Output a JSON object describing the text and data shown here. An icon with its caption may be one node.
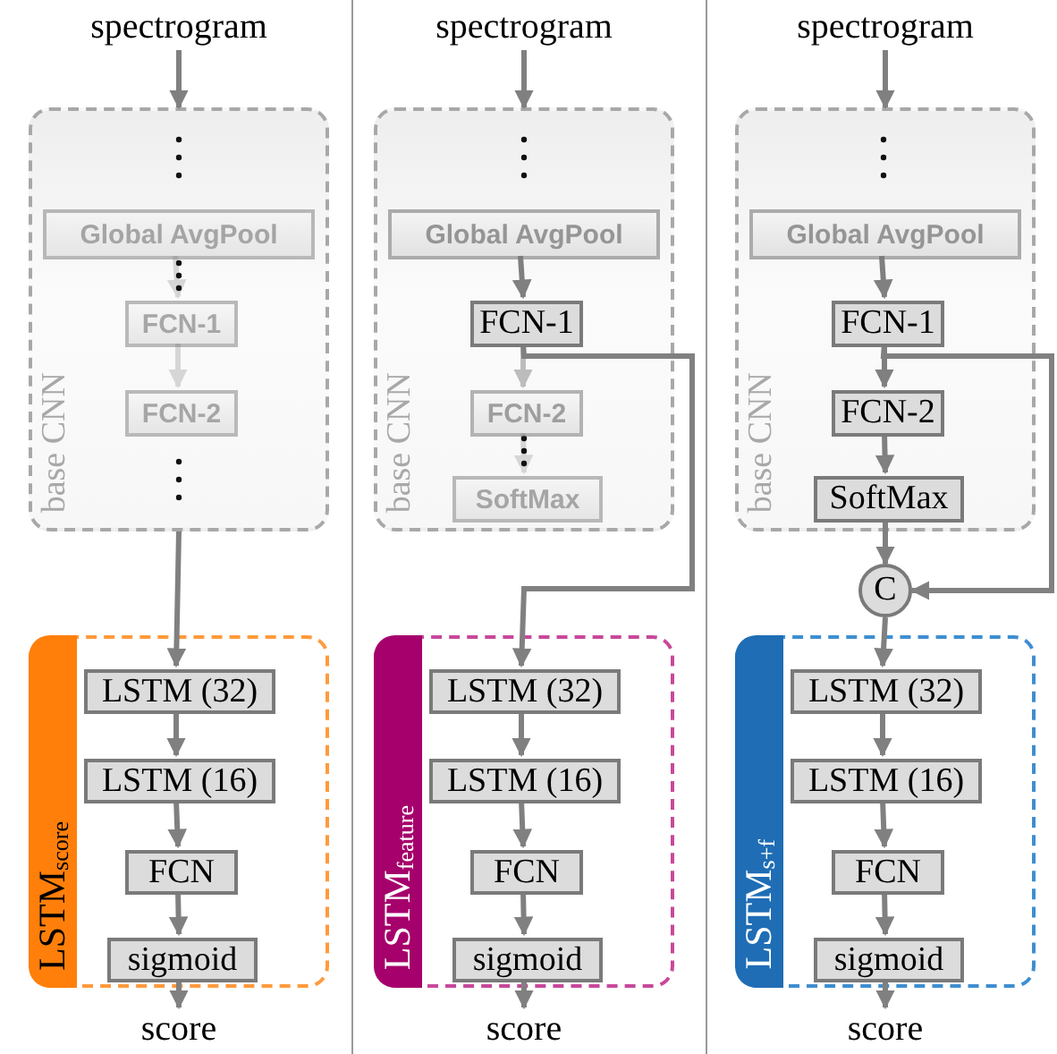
{
  "diagram": {
    "nodes": [
      {
        "text": [
          "spectrogram"
        ]
      },
      {
        "text": [
          "base CNN"
        ]
      },
      {
        "text": [
          "Global AvgPool"
        ],
        "in": 1
      },
      {
        "text": [
          "FCN-1"
        ],
        "in": 1
      },
      {
        "text": [
          "FCN-2"
        ],
        "in": 1
      },
      {
        "text": [
          "LSTM$_{score}$"
        ]
      },
      {
        "text": [
          "LSTM (32)"
        ],
        "in": 5
      },
      {
        "text": [
          "LSTM (16)"
        ],
        "in": 5
      },
      {
        "text": [
          "FCN"
        ],
        "in": 5
      },
      {
        "text": [
          "sigmoid"
        ],
        "in": 5
      },
      {
        "text": [
          "score"
        ]
      },
      {
        "text": [
          "spectrogram"
        ]
      },
      {
        "text": [
          "base CNN"
        ]
      },
      {
        "text": [
          "Global AvgPool"
        ],
        "in": 12
      },
      {
        "text": [
          "FCN-1"
        ],
        "in": 12
      },
      {
        "text": [
          "FCN-2"
        ],
        "in": 12
      },
      {
        "text": [
          "SoftMax"
        ],
        "in": 12
      },
      {
        "text": [
          "LSTM$_{feature}$"
        ]
      },
      {
        "text": [
          "LSTM (32)"
        ],
        "in": 17
      },
      {
        "text": [
          "LSTM (16)"
        ],
        "in": 17
      },
      {
        "text": [
          "FCN"
        ],
        "in": 17
      },
      {
        "text": [
          "sigmoid"
        ],
        "in": 17
      },
      {
        "text": [
          "score"
        ]
      },
      {
        "text": [
          "spectrogram"
        ]
      },
      {
        "text": [
          "base CNN"
        ]
      },
      {
        "text": [
          "Global AvgPool"
        ],
        "in": 24
      },
      {
        "text": [
          "FCN-1"
        ],
        "in": 24
      },
      {
        "text": [
          "FCN-2"
        ],
        "in": 24
      },
      {
        "text": [
          "SoftMax"
        ],
        "in": 24
      },
      {
        "text": [
          "C"
        ]
      },
      {
        "text": [
          "LSTM$_{s+f}$"
        ]
      },
      {
        "text": [
          "LSTM (32)"
        ],
        "in": 30
      },
      {
        "text": [
          "LSTM (16)"
        ],
        "in": 30
      },
      {
        "text": [
          "FCN"
        ],
        "in": 30
      },
      {
        "text": [
          "sigmoid"
        ],
        "in": 30
      },
      {
        "text": [
          "score"
        ]
      }
    ],
    "edges": [
      {
        "from": 0,
        "to": 1,
        "arrow": "to"
      },
      {
        "from": 2,
        "to": 3,
        "arrow": "to",
        "color": "#d6d6d6"
      },
      {
        "from": 3,
        "to": 4,
        "arrow": "to",
        "color": "#d6d6d6"
      },
      {
        "from": 1,
        "to": 6,
        "arrow": "to"
      },
      {
        "from": 6,
        "to": 7,
        "arrow": "to"
      },
      {
        "from": 7,
        "to": 8,
        "arrow": "to"
      },
      {
        "from": 8,
        "to": 9,
        "arrow": "to"
      },
      {
        "from": 9,
        "to": 10,
        "arrow": "to"
      },
      {
        "from": 11,
        "to": 12,
        "arrow": "to"
      },
      {
        "from": 13,
        "to": 14,
        "arrow": "to"
      },
      {
        "from": 14,
        "to": 15,
        "arrow": "to",
        "color": "#bcbcbc"
      },
      {
        "from": 15,
        "to": 16,
        "arrow": "to",
        "color": "#d6d6d6"
      },
      {
        "from": 14,
        "to": 18,
        "arrow": "to"
      },
      {
        "from": 18,
        "to": 19,
        "arrow": "to"
      },
      {
        "from": 19,
        "to": 20,
        "arrow": "to"
      },
      {
        "from": 20,
        "to": 21,
        "arrow": "to"
      },
      {
        "from": 21,
        "to": 22,
        "arrow": "to"
      },
      {
        "from": 23,
        "to": 24,
        "arrow": "to"
      },
      {
        "from": 25,
        "to": 26,
        "arrow": "to"
      },
      {
        "from": 26,
        "to": 27,
        "arrow": "to"
      },
      {
        "from": 27,
        "to": 28,
        "arrow": "to"
      },
      {
        "from": 28,
        "to": 29,
        "arrow": "to"
      },
      {
        "from": 26,
        "to": 29,
        "arrow": "to"
      },
      {
        "from": 29,
        "to": 31,
        "arrow": "to"
      },
      {
        "from": 31,
        "to": 32,
        "arrow": "to"
      },
      {
        "from": 32,
        "to": 33,
        "arrow": "to"
      },
      {
        "from": 33,
        "to": 34,
        "arrow": "to"
      },
      {
        "from": 34,
        "to": 35,
        "arrow": "to"
      }
    ]
  }
}
